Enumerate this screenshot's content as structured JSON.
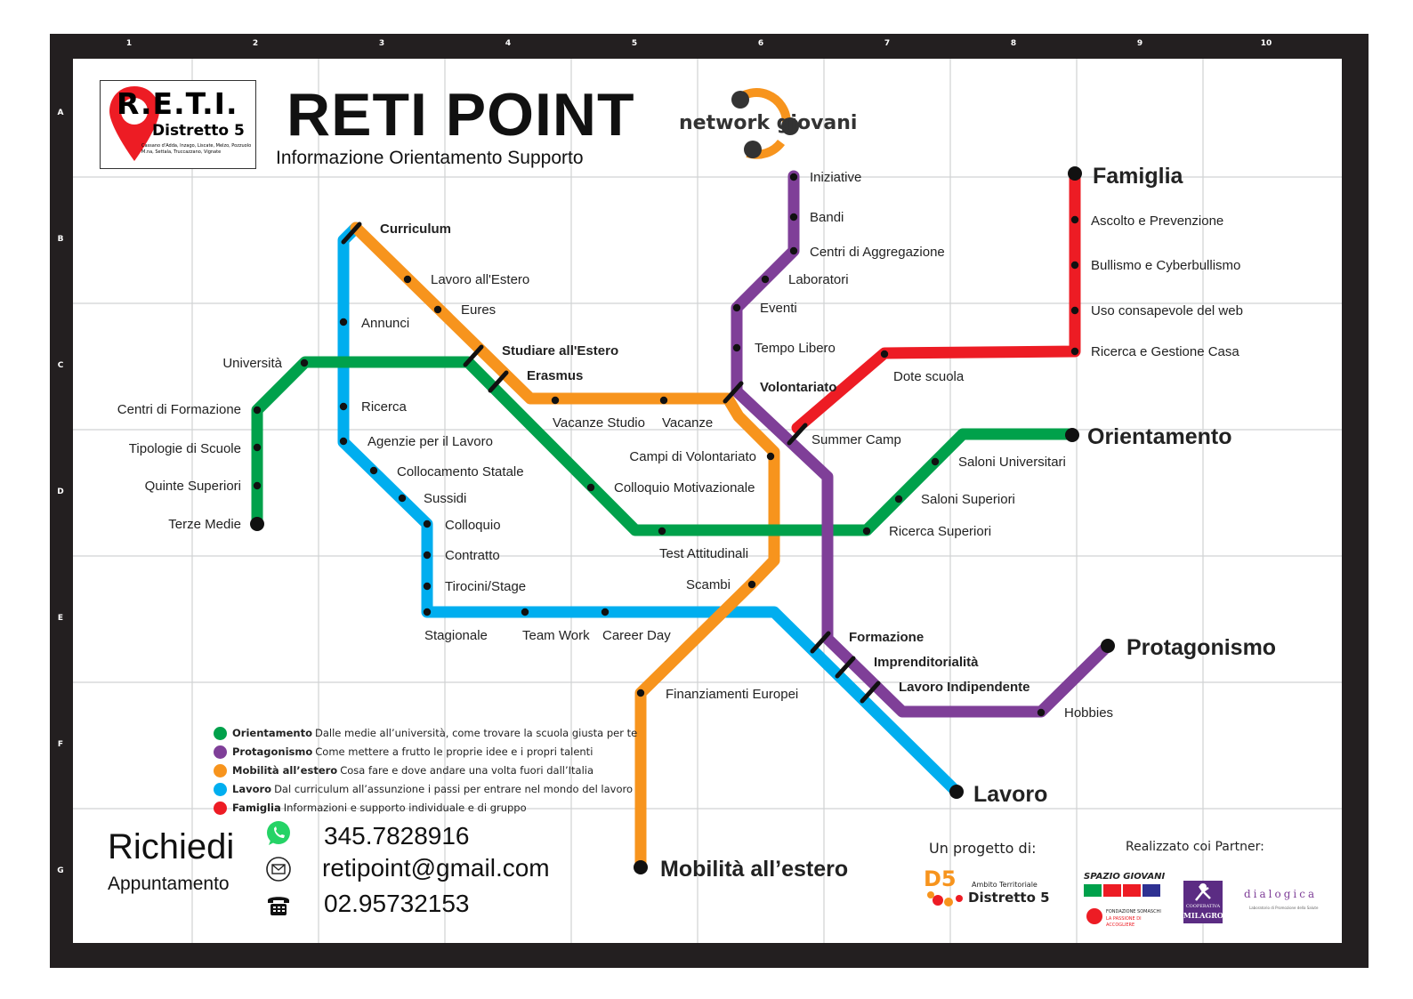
{
  "header": {
    "logo_main": "R.E.T.I.",
    "logo_district": "Distretto 5",
    "logo_towns": "Cassano d'Adda, Inzago, Liscate, Melzo, Pozzuolo M.na, Settala, Truccazzano, Vignate",
    "title": "RETI POINT",
    "subtitle": "Informazione Orientamento Supporto",
    "partner_logo": "network giovani"
  },
  "grid": {
    "columns": [
      "1",
      "2",
      "3",
      "4",
      "5",
      "6",
      "7",
      "8",
      "9",
      "10"
    ],
    "rows": [
      "A",
      "B",
      "C",
      "D",
      "E",
      "F",
      "G"
    ]
  },
  "colors": {
    "orientamento": "#00a14b",
    "protagonismo": "#7f3f98",
    "mobilita": "#f7941d",
    "lavoro": "#00aeef",
    "famiglia": "#ed1c24",
    "frame": "#231f20",
    "grid": "#d0d2d3"
  },
  "lines": {
    "famiglia": {
      "name": "Famiglia",
      "stops": [
        "Ascolto e Prevenzione",
        "Bullismo e Cyberbullismo",
        "Uso consapevole del web",
        "Ricerca e Gestione Casa",
        "Dote scuola",
        "Summer Camp"
      ]
    },
    "orientamento": {
      "name": "Orientamento",
      "stops": [
        "Saloni Universitari",
        "Saloni Superiori",
        "Ricerca Superiori",
        "Test Attitudinali",
        "Colloquio Motivazionale",
        "Erasmus",
        "Studiare all'Estero",
        "Università",
        "Centri di Formazione",
        "Tipologie di Scuole",
        "Quinte Superiori",
        "Terze Medie"
      ]
    },
    "protagonismo": {
      "name": "Protagonismo",
      "stops": [
        "Iniziative",
        "Bandi",
        "Centri di Aggregazione",
        "Laboratori",
        "Eventi",
        "Tempo Libero",
        "Volontariato",
        "Summer Camp",
        "Formazione",
        "Imprenditorialità",
        "Lavoro Indipendente",
        "Hobbies"
      ]
    },
    "mobilita": {
      "name": "Mobilità all’estero",
      "stops": [
        "Curriculum",
        "Lavoro all'Estero",
        "Eures",
        "Studiare all'Estero",
        "Erasmus",
        "Vacanze Studio",
        "Vacanze",
        "Volontariato",
        "Campi di Volontariato",
        "Scambi",
        "Finanziamenti Europei"
      ]
    },
    "lavoro": {
      "name": "Lavoro",
      "stops": [
        "Curriculum",
        "Annunci",
        "Ricerca",
        "Agenzie per il Lavoro",
        "Collocamento Statale",
        "Sussidi",
        "Colloquio",
        "Contratto",
        "Tirocini/Stage",
        "Stagionale",
        "Team Work",
        "Career Day",
        "Formazione",
        "Imprenditorialità",
        "Lavoro Indipendente"
      ]
    }
  },
  "labels": {
    "famiglia": "Famiglia",
    "orientamento": "Orientamento",
    "protagonismo": "Protagonismo",
    "lavoro": "Lavoro",
    "mobilita": "Mobilità all’estero",
    "curriculum": "Curriculum",
    "lavoro_estero": "Lavoro all'Estero",
    "eures": "Eures",
    "annunci": "Annunci",
    "studiare_estero": "Studiare all'Estero",
    "erasmus": "Erasmus",
    "universita": "Università",
    "centri_formazione": "Centri di Formazione",
    "tipologie_scuole": "Tipologie di Scuole",
    "quinte_superiori": "Quinte Superiori",
    "terze_medie": "Terze Medie",
    "ricerca": "Ricerca",
    "agenzie": "Agenzie per il Lavoro",
    "collocamento": "Collocamento Statale",
    "sussidi": "Sussidi",
    "colloquio": "Colloquio",
    "contratto": "Contratto",
    "tirocini": "Tirocini/Stage",
    "stagionale": "Stagionale",
    "team_work": "Team Work",
    "career_day": "Career Day",
    "vacanze_studio": "Vacanze Studio",
    "vacanze": "Vacanze",
    "campi_volontariato": "Campi di Volontariato",
    "colloquio_motivazionale": "Colloquio Motivazionale",
    "test_attitudinali": "Test Attitudinali",
    "scambi": "Scambi",
    "finanziamenti": "Finanziamenti Europei",
    "iniziative": "Iniziative",
    "bandi": "Bandi",
    "centri_aggregazione": "Centri di Aggregazione",
    "laboratori": "Laboratori",
    "eventi": "Eventi",
    "tempo_libero": "Tempo Libero",
    "volontariato": "Volontariato",
    "dote_scuola": "Dote scuola",
    "summer_camp": "Summer Camp",
    "saloni_universitari": "Saloni Universitari",
    "saloni_superiori": "Saloni Superiori",
    "ricerca_superiori": "Ricerca Superiori",
    "formazione": "Formazione",
    "imprenditorialita": "Imprenditorialità",
    "lavoro_indipendente": "Lavoro Indipendente",
    "hobbies": "Hobbies",
    "ascolto": "Ascolto e Prevenzione",
    "bullismo": "Bullismo e Cyberbullismo",
    "uso_web": "Uso consapevole del web",
    "ricerca_casa": "Ricerca e Gestione Casa"
  },
  "legend": [
    {
      "key": "orientamento",
      "name": "Orientamento",
      "desc": "Dalle medie all’università, come trovare la scuola giusta per te"
    },
    {
      "key": "protagonismo",
      "name": "Protagonismo",
      "desc": "Come mettere a frutto le proprie idee e i propri talenti"
    },
    {
      "key": "mobilita",
      "name": "Mobilità all’estero",
      "desc": "Cosa fare e dove andare una volta fuori dall’Italia"
    },
    {
      "key": "lavoro",
      "name": "Lavoro",
      "desc": "Dal curriculum all’assunzione i passi per entrare nel mondo del lavoro"
    },
    {
      "key": "famiglia",
      "name": "Famiglia",
      "desc": "Informazioni e supporto individuale e di gruppo"
    }
  ],
  "contact": {
    "title": "Richiedi",
    "subtitle": "Appuntamento",
    "phone_mobile": "345.7828916",
    "email": "retipoint@gmail.com",
    "phone": "02.95732153",
    "whatsapp_icon": "whatsapp-icon",
    "mail_icon": "mail-icon",
    "phone_icon": "telephone-icon"
  },
  "footer": {
    "project_label": "Un progetto di:",
    "project_logo_top": "Ambito Territoriale",
    "project_logo_main": "Distretto 5",
    "project_logo_mark": "D5",
    "partners_label": "Realizzato coi Partner:",
    "partner_spazio": "SPAZIO GIOVANI",
    "partner_somaschi": "FONDAZIONE SOMASCHI",
    "partner_somaschi_sub": "LA PASSIONE DI ACCOGLIERE",
    "partner_milagro_top": "COOPERATIVA",
    "partner_milagro": "MILAGRO",
    "partner_dialogica": "dialogica",
    "partner_dialogica_sub": "Laboratorio di Promozione della Salute"
  }
}
